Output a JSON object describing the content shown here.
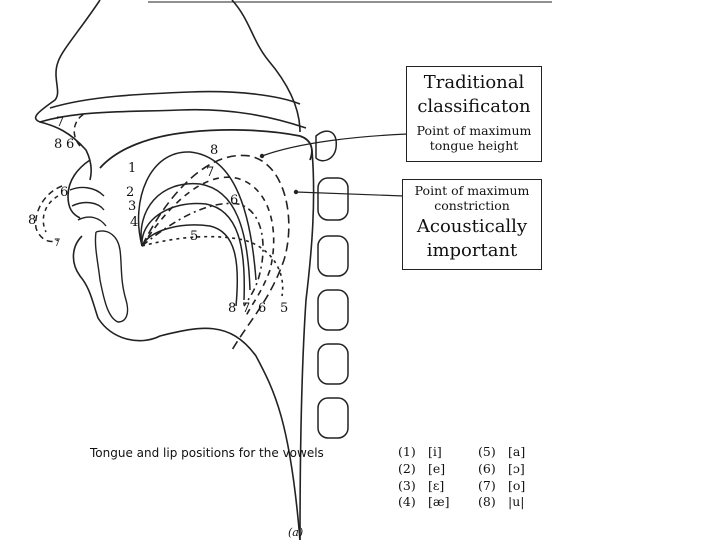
{
  "callouts": {
    "traditional": {
      "title": "Traditional classificaton",
      "sub": "Point of maximum tongue height"
    },
    "acoustic": {
      "sub": "Point of maximum constriction",
      "title": "Acoustically important"
    }
  },
  "caption": "Tongue and lip positions for the vowels",
  "figure_label": "(a)",
  "curve_labels": {
    "front": [
      "1",
      "2",
      "3",
      "4"
    ],
    "top": [
      "8",
      "7",
      "6",
      "5"
    ],
    "bottom": [
      "8",
      "7",
      "6",
      "5"
    ],
    "lips": [
      "7",
      "8",
      "6",
      "6",
      "8",
      "7"
    ]
  },
  "legend": [
    {
      "num": "(1)",
      "sym": "[i]",
      "num2": "(5)",
      "sym2": "[a]"
    },
    {
      "num": "(2)",
      "sym": "[e]",
      "num2": "(6)",
      "sym2": "[ɔ]"
    },
    {
      "num": "(3)",
      "sym": "[ɛ]",
      "num2": "(7)",
      "sym2": "[o]"
    },
    {
      "num": "(4)",
      "sym": "[æ]",
      "num2": "(8)",
      "sym2": "|u|"
    }
  ]
}
